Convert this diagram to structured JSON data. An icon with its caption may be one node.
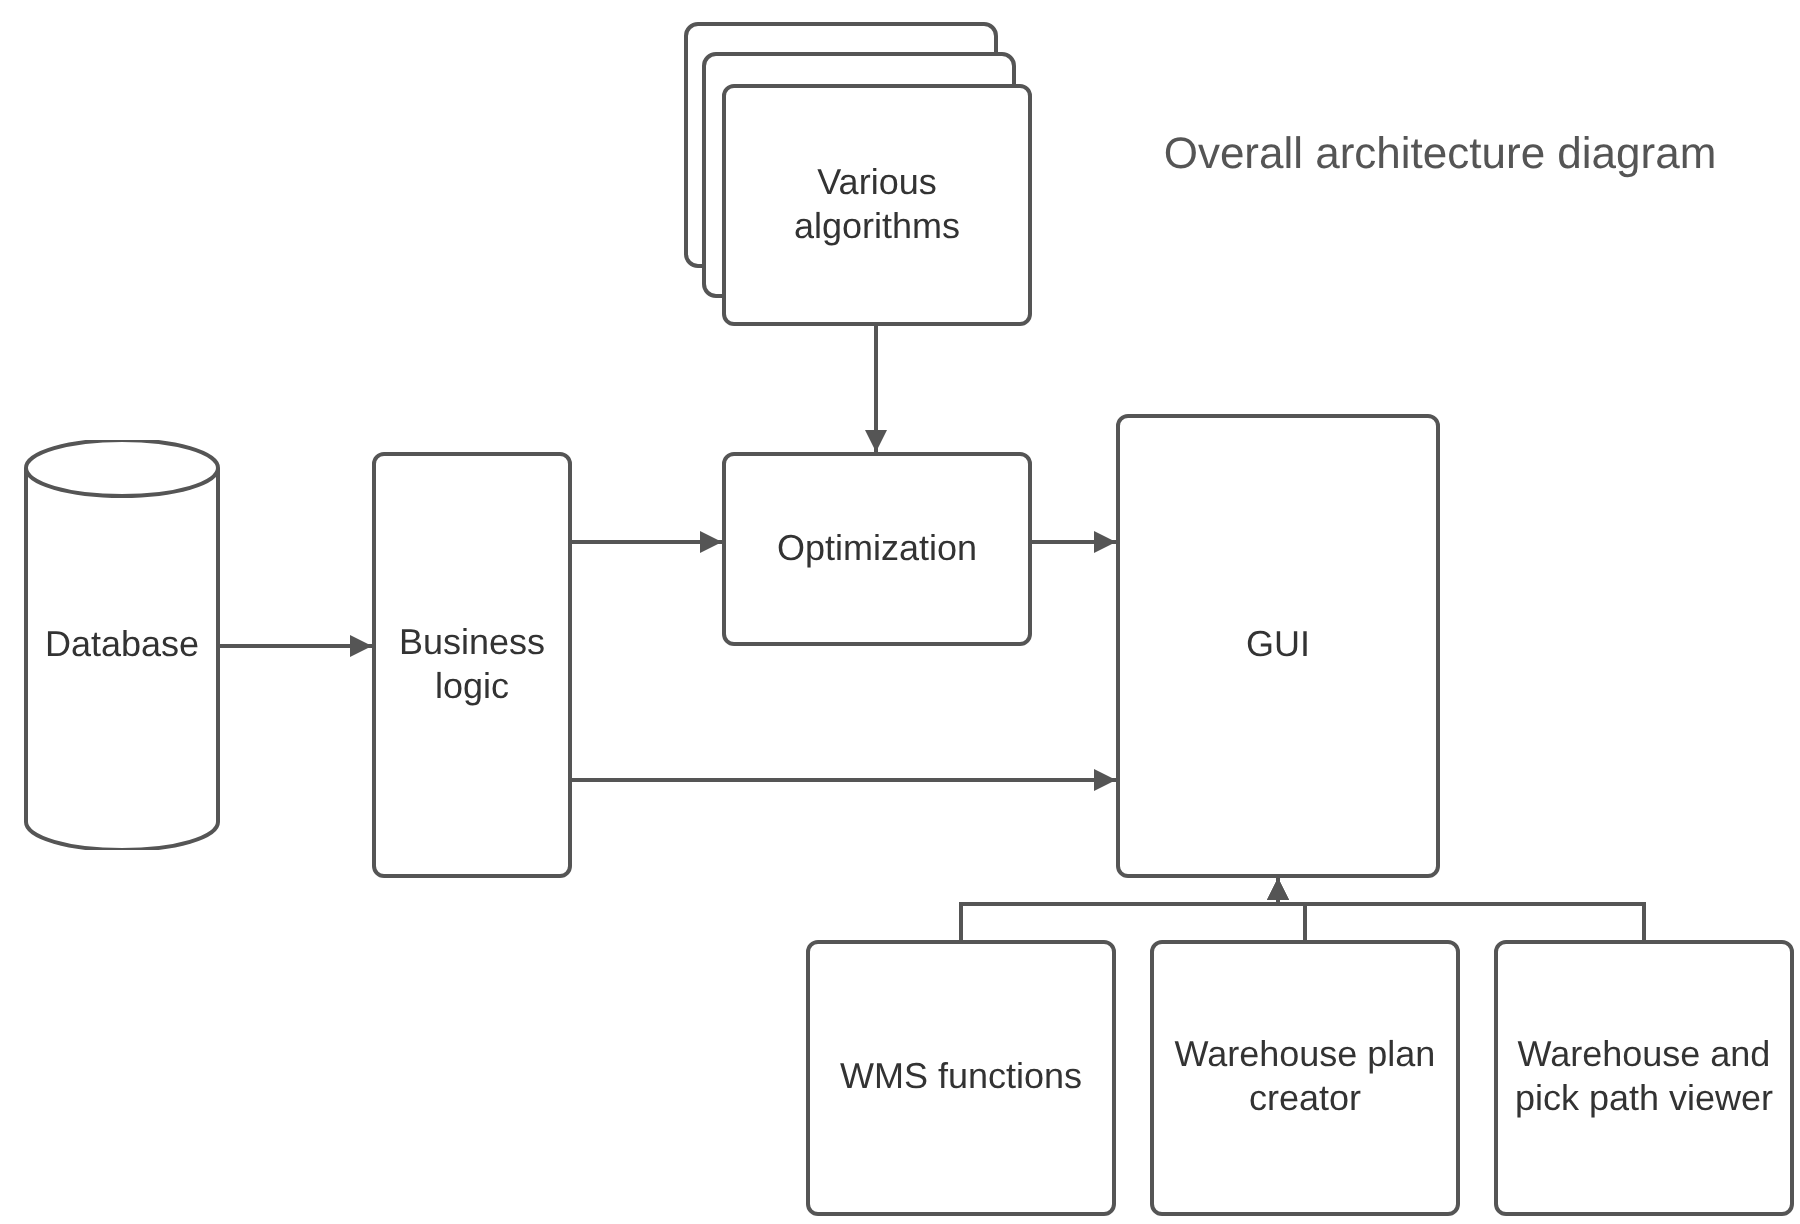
{
  "diagram": {
    "title": "Overall architecture diagram",
    "nodes": [
      {
        "text": [
          "Various algorithms"
        ]
      },
      {
        "text": [
          "Database"
        ]
      },
      {
        "text": [
          "Business logic"
        ]
      },
      {
        "text": [
          "Optimization"
        ]
      },
      {
        "text": [
          "GUI"
        ]
      },
      {
        "text": [
          "WMS functions"
        ]
      },
      {
        "text": [
          "Warehouse plan creator"
        ]
      },
      {
        "text": [
          "Warehouse and pick path viewer"
        ]
      }
    ],
    "edges": [
      {
        "from": 0,
        "to": 3,
        "arrow": "to"
      },
      {
        "from": 1,
        "to": 2,
        "arrow": "to"
      },
      {
        "from": 2,
        "to": 3,
        "arrow": "to"
      },
      {
        "from": 3,
        "to": 4,
        "arrow": "to"
      },
      {
        "from": 2,
        "to": 4,
        "arrow": "to"
      },
      {
        "from": 5,
        "to": 4,
        "arrow": "to"
      },
      {
        "from": 6,
        "to": 4,
        "arrow": "to"
      },
      {
        "from": 7,
        "to": 4,
        "arrow": "to"
      }
    ]
  }
}
